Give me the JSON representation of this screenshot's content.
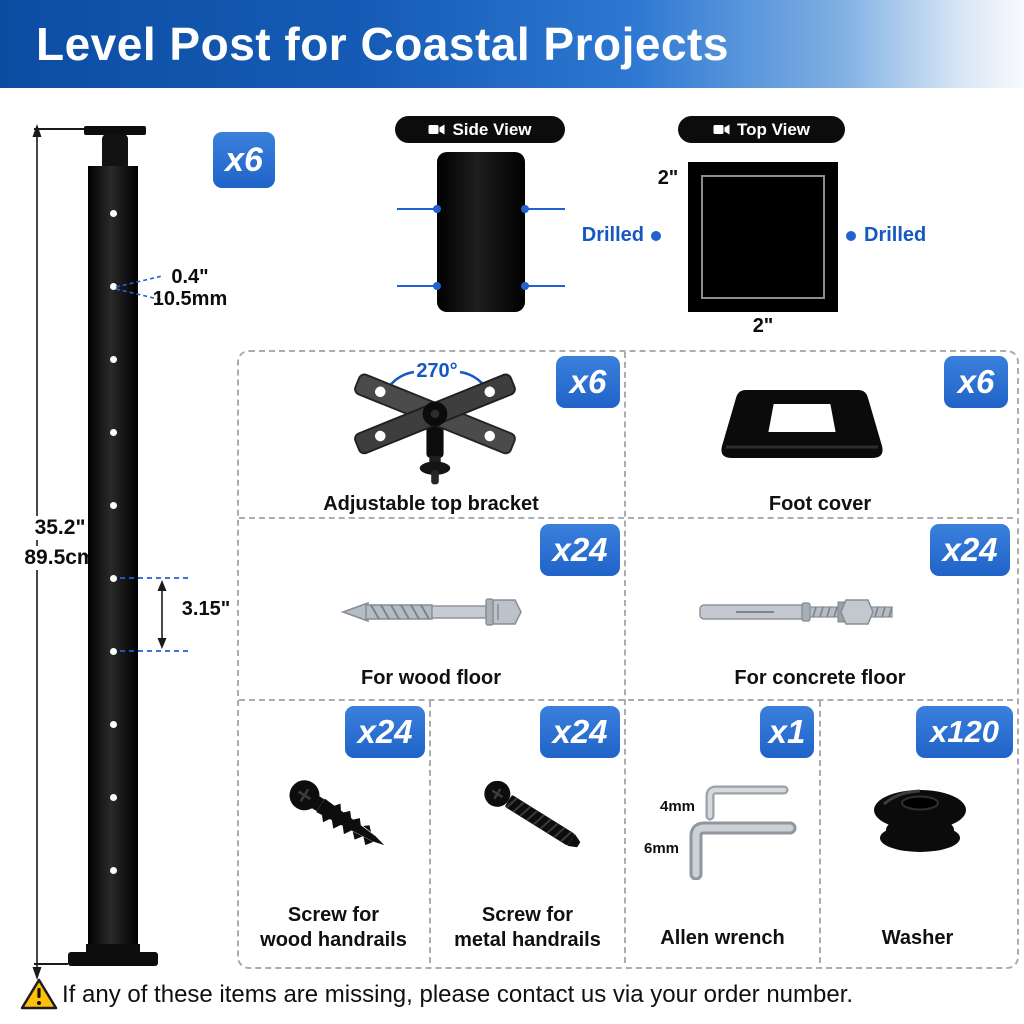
{
  "header": {
    "title": "Level Post for Coastal Projects"
  },
  "post": {
    "qty": "x6",
    "height_in": "35.2\"",
    "height_cm": "89.5cm",
    "hole_diameter_in": "0.4\"",
    "hole_diameter_mm": "10.5mm",
    "hole_spacing_in": "3.15\""
  },
  "side_view": {
    "label": "Side View"
  },
  "top_view": {
    "label": "Top View",
    "dim_top": "2\"",
    "dim_bottom": "2\"",
    "drilled_left": "Drilled",
    "drilled_right": "Drilled"
  },
  "parts": {
    "bracket": {
      "label": "Adjustable top bracket",
      "qty": "x6",
      "angle": "270°"
    },
    "foot_cover": {
      "label": "Foot cover",
      "qty": "x6"
    },
    "wood_floor": {
      "label": "For wood floor",
      "qty": "x24"
    },
    "concrete_floor": {
      "label": "For concrete floor",
      "qty": "x24"
    },
    "wood_handrail_screw": {
      "label_line1": "Screw for",
      "label_line2": "wood handrails",
      "qty": "x24"
    },
    "metal_handrail_screw": {
      "label_line1": "Screw for",
      "label_line2": "metal handrails",
      "qty": "x24"
    },
    "allen_wrench": {
      "label": "Allen wrench",
      "qty": "x1",
      "size_small": "4mm",
      "size_large": "6mm"
    },
    "washer": {
      "label": "Washer",
      "qty": "x120"
    }
  },
  "footer": {
    "notice": "If any of these items are missing, please contact us via your order number."
  },
  "colors": {
    "header_blue": "#0c4da2",
    "badge_blue": "#2063c8",
    "accent_blue": "#1757c2",
    "warning_yellow": "#ffc107"
  }
}
